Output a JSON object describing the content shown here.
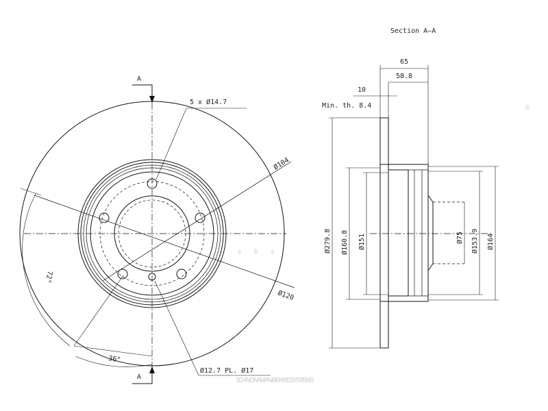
{
  "brand": {
    "logo_text": "sbs",
    "registered_mark": "®",
    "tagline": "SCANDINAVIAN BRAKE SYSTEMS",
    "watermark_color": "#d9d9d9"
  },
  "front_view": {
    "section_marker_top": "A",
    "section_marker_bottom": "A",
    "bolt_holes_label": "5 x Ø14.7",
    "pcd_label": "Ø104",
    "outer_hub_label": "Ø120",
    "pilot_label": "Ø12.7 PL. Ø17",
    "angle_72_label": "72°",
    "angle_36_label": "36°"
  },
  "section_view": {
    "title": "Section A–A",
    "width_label": "65",
    "hat_depth_label": "58.8",
    "thickness_label": "10",
    "min_thickness_label": "Min. th. 8.4",
    "disc_diameter_label": "Ø279.8",
    "diameter_160_label": "Ø160.8",
    "diameter_151_label": "Ø151",
    "center_bore_label": "Ø75",
    "diameter_153_label": "Ø153.9",
    "diameter_164_label": "Ø164"
  }
}
